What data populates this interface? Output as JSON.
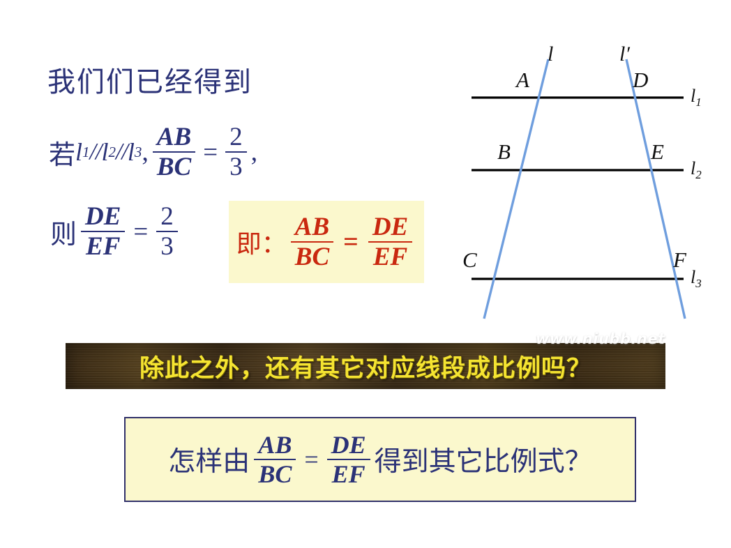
{
  "slide": {
    "intro_text": "我们们已经得到",
    "given": {
      "prefix": "若",
      "line1": "l",
      "line1_sub": "1",
      "parallel1": "//",
      "line2": "l",
      "line2_sub": "2",
      "parallel2": "//",
      "line3": "l",
      "line3_sub": "3",
      "comma": ",",
      "fraction": {
        "numerator": "AB",
        "denominator": "BC"
      },
      "equals": "=",
      "ratio": {
        "numerator": "2",
        "denominator": "3"
      },
      "trailing_comma": ","
    },
    "conclusion": {
      "prefix": "则",
      "fraction": {
        "numerator": "DE",
        "denominator": "EF"
      },
      "equals": "=",
      "ratio": {
        "numerator": "2",
        "denominator": "3"
      }
    },
    "eq_box": {
      "prefix": "即：",
      "left": {
        "numerator": "AB",
        "denominator": "BC"
      },
      "equals": "=",
      "right": {
        "numerator": "DE",
        "denominator": "EF"
      },
      "background_color": "#fbf8cd",
      "text_color": "#c9280f"
    },
    "banner": {
      "text": "除此之外，还有其它对应线段成比例吗？",
      "text_color": "#f5e431",
      "background_color": "#4a3819"
    },
    "question_box": {
      "prefix": "怎样由",
      "left": {
        "numerator": "AB",
        "denominator": "BC"
      },
      "equals": "=",
      "right": {
        "numerator": "DE",
        "denominator": "EF"
      },
      "suffix": "得到其它比例式？",
      "background_color": "#fbf8cd",
      "border_color": "#30306a",
      "text_color": "#2b3277"
    },
    "watermark": "www.niubb.net",
    "diagram": {
      "parallel_lines": [
        {
          "label": "l",
          "sub": "1"
        },
        {
          "label": "l",
          "sub": "2"
        },
        {
          "label": "l",
          "sub": "3"
        }
      ],
      "transversals": [
        {
          "label": "l"
        },
        {
          "label": "l′"
        }
      ],
      "points": [
        "A",
        "D",
        "B",
        "E",
        "C",
        "F"
      ],
      "line_color": "#000000",
      "transversal_color": "#6f9ede"
    }
  }
}
